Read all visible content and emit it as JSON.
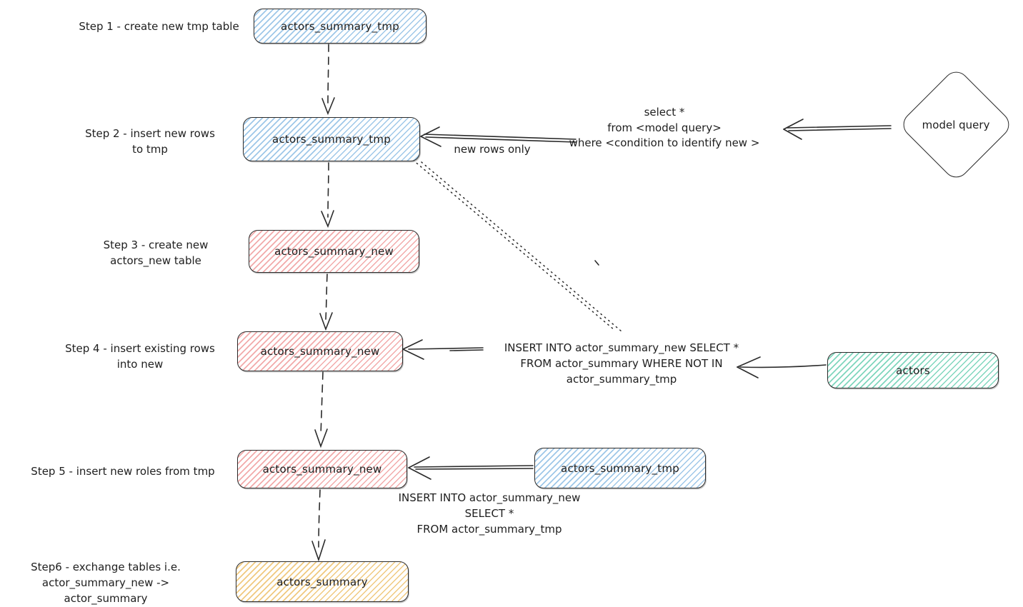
{
  "diagram": {
    "title_hint": "table exchange flow",
    "ink_color": "#1e1e1e",
    "background_color": "#ffffff",
    "palette": {
      "blue_hatch": "#9ec7e8",
      "pink_hatch": "#f2aaaa",
      "teal_hatch": "#7fd6bd",
      "yellow_hatch": "#f0c97f",
      "stroke": "#2b2b2b"
    },
    "steps": [
      {
        "label_lines": [
          "Step 1 - create new tmp table",
          ""
        ],
        "node": "actors_summary_tmp",
        "color": "blue"
      },
      {
        "label_lines": [
          "Step 2 - insert new rows",
          "to tmp"
        ],
        "node": "actors_summary_tmp",
        "color": "blue"
      },
      {
        "label_lines": [
          "Step 3 - create new",
          "actors_new table"
        ],
        "node": "actors_summary_new",
        "color": "pink"
      },
      {
        "label_lines": [
          "Step 4 - insert existing rows",
          "into new"
        ],
        "node": "actors_summary_new",
        "color": "pink"
      },
      {
        "label_lines": [
          "Step 5 - insert new roles from tmp",
          ""
        ],
        "node": "actors_summary_new",
        "color": "pink"
      },
      {
        "label_lines": [
          "Step6 - exchange tables i.e.",
          "actor_summary_new -> actor_summary"
        ],
        "node": "actors_summary",
        "color": "yellow"
      }
    ],
    "side_nodes": {
      "model_query": "model query",
      "actors": "actors",
      "tmp_copy": "actors_summary_tmp"
    },
    "annotations": {
      "select_query_lines": [
        "select *",
        "from <model query>",
        "where <condition to identify new >"
      ],
      "new_rows_only": "new rows only",
      "insert_not_in_lines": [
        "INSERT INTO actor_summary_new SELECT *",
        "FROM actor_summary WHERE NOT IN",
        "actor_summary_tmp"
      ],
      "insert_from_tmp_lines": [
        "INSERT INTO actor_summary_new",
        "SELECT *",
        "FROM actor_summary_tmp"
      ]
    }
  }
}
